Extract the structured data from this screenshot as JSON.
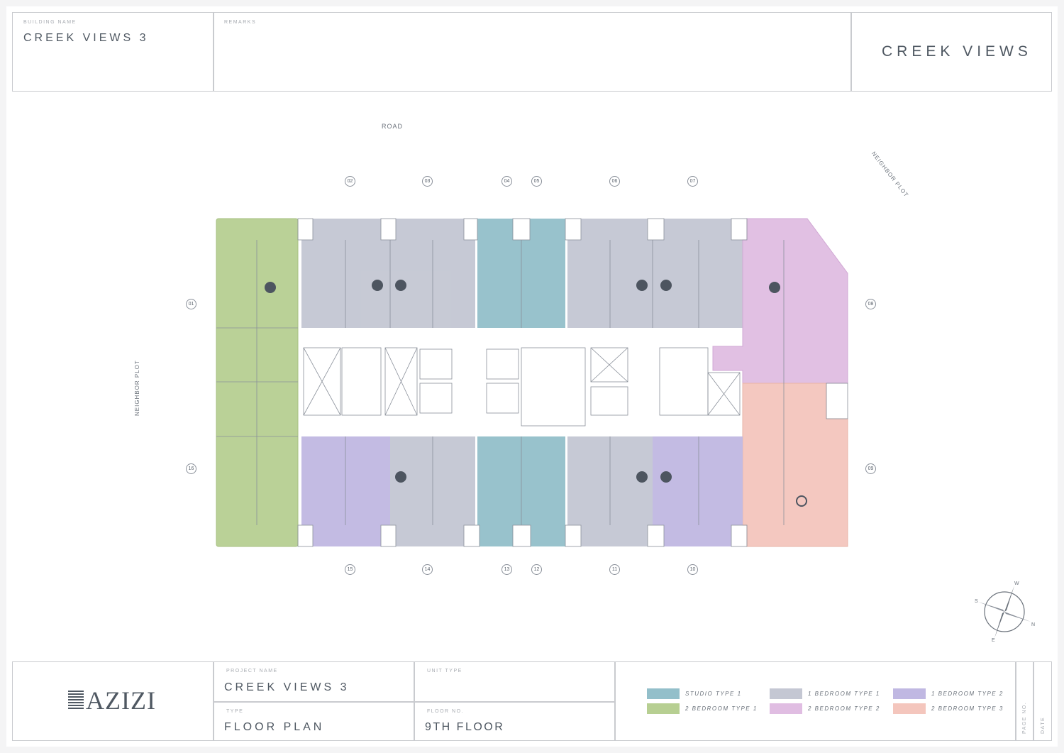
{
  "header": {
    "building_name_label": "BUILDING NAME",
    "building_name": "CREEK VIEWS 3",
    "remarks_label": "REMARKS",
    "brand_title": "CREEK VIEWS"
  },
  "plan": {
    "road_label": "ROAD",
    "neighbor_plot_left": "NEIGHBOR PLOT",
    "neighbor_plot_right": "NEIGHBOR PLOT",
    "unit_numbers": [
      "01",
      "02",
      "03",
      "04",
      "05",
      "06",
      "07",
      "08",
      "09",
      "10",
      "11",
      "12",
      "13",
      "14",
      "15",
      "16"
    ],
    "compass": {
      "w": "W",
      "s": "S",
      "n": "N",
      "e": "E"
    }
  },
  "footer": {
    "logo": "AZIZI",
    "project_name_label": "PROJECT NAME",
    "project_name": "CREEK VIEWS 3",
    "unit_type_label": "UNIT TYPE",
    "type_label": "TYPE",
    "type": "FLOOR PLAN",
    "floor_no_label": "FLOOR NO.",
    "floor_no": "9TH FLOOR",
    "page_no_label": "PAGE NO.",
    "date_label": "DATE"
  },
  "legend": [
    {
      "label": "STUDIO TYPE 1",
      "color": "#93bfca"
    },
    {
      "label": "2 BEDROOM TYPE 1",
      "color": "#b7cf92"
    },
    {
      "label": "1 BEDROOM TYPE 1",
      "color": "#c4c7d3"
    },
    {
      "label": "2 BEDROOM TYPE 2",
      "color": "#e0bde2"
    },
    {
      "label": "1 BEDROOM TYPE 2",
      "color": "#c0b8e2"
    },
    {
      "label": "2 BEDROOM TYPE 3",
      "color": "#f4c6bd"
    }
  ]
}
